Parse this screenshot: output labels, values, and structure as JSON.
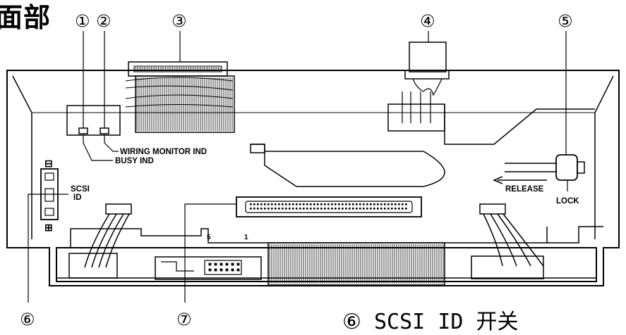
{
  "title": "面部",
  "callouts": {
    "c1": "①",
    "c2": "②",
    "c3": "③",
    "c4": "④",
    "c5": "⑤",
    "c6": "⑥",
    "c7": "⑦"
  },
  "labels": {
    "wiring_monitor": "WIRING MONITOR IND",
    "busy": "BUSY IND",
    "scsi_id_line1": "SCSI",
    "scsi_id_line2": "ID",
    "release": "RELEASE",
    "lock": "LOCK",
    "pin5": "5",
    "pin1": "1",
    "minus_symbol": "⊟",
    "plus_symbol": "⊞"
  },
  "caption": "⑥ SCSI ID 开关"
}
